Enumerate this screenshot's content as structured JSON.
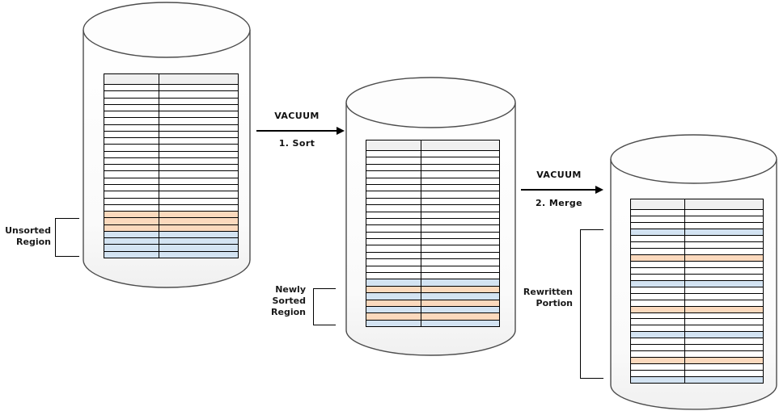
{
  "diagram": {
    "step1": {
      "title": "VACUUM",
      "step": "1. Sort"
    },
    "step2": {
      "title": "VACUUM",
      "step": "2. Merge"
    },
    "labels": {
      "unsorted": "Unsorted\nRegion",
      "newly_sorted": "Newly\nSorted\nRegion",
      "rewritten": "Rewritten\nPortion"
    }
  },
  "colors": {
    "white": "#ffffff",
    "orange": "#fbd9bd",
    "blue": "#d3e3f2",
    "header_fill": "#f0f0f0",
    "line": "#000000",
    "cylinder_stroke": "#4d4d4d"
  },
  "tables": [
    {
      "name": "original-table-with-unsorted-region",
      "rows": [
        "white",
        "white",
        "white",
        "white",
        "white",
        "white",
        "white",
        "white",
        "white",
        "white",
        "white",
        "white",
        "white",
        "white",
        "white",
        "white",
        "white",
        "white",
        "white",
        "orange",
        "orange",
        "orange",
        "blue",
        "blue",
        "blue",
        "blue"
      ]
    },
    {
      "name": "table-after-sort-pass",
      "rows": [
        "white",
        "white",
        "white",
        "white",
        "white",
        "white",
        "white",
        "white",
        "white",
        "white",
        "white",
        "white",
        "white",
        "white",
        "white",
        "white",
        "white",
        "white",
        "white",
        "blue",
        "orange",
        "blue",
        "orange",
        "blue",
        "orange",
        "blue"
      ]
    },
    {
      "name": "table-after-merge-pass",
      "rows": [
        "white",
        "white",
        "white",
        "blue",
        "white",
        "white",
        "white",
        "orange",
        "white",
        "white",
        "white",
        "blue",
        "white",
        "white",
        "white",
        "orange",
        "white",
        "white",
        "white",
        "blue",
        "white",
        "white",
        "white",
        "orange",
        "white",
        "white",
        "blue"
      ]
    }
  ]
}
